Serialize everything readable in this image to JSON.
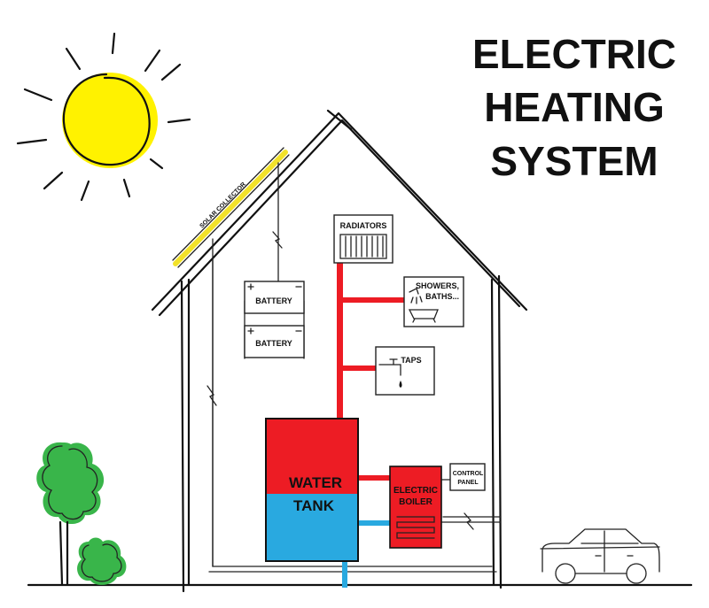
{
  "title": {
    "line1": "ELECTRIC",
    "line2": "HEATING",
    "line3": "SYSTEM"
  },
  "labels": {
    "solar_collector": "SOLAR COLLECTOR",
    "battery_1": "BATTERY",
    "battery_2": "BATTERY",
    "radiators": "RADIATORS",
    "showers_line1": "SHOWERS,",
    "showers_line2": "BATHS...",
    "taps": "TAPS",
    "water": "WATER",
    "tank": "TANK",
    "electric": "ELECTRIC",
    "boiler": "BOILER",
    "control_line1": "CONTROL",
    "control_line2": "PANEL"
  },
  "colors": {
    "sun": "#fff200",
    "hot_water": "#ed1c24",
    "cold_water": "#29a9e0",
    "tree": "#39b54a",
    "solar_panel": "#f2e22a",
    "outline": "#111111"
  },
  "icons": [
    "sun-icon",
    "battery-icon",
    "radiator-icon",
    "shower-icon",
    "bathtub-icon",
    "tap-icon",
    "lightning-icon",
    "tree-icon",
    "bush-icon",
    "car-icon"
  ]
}
